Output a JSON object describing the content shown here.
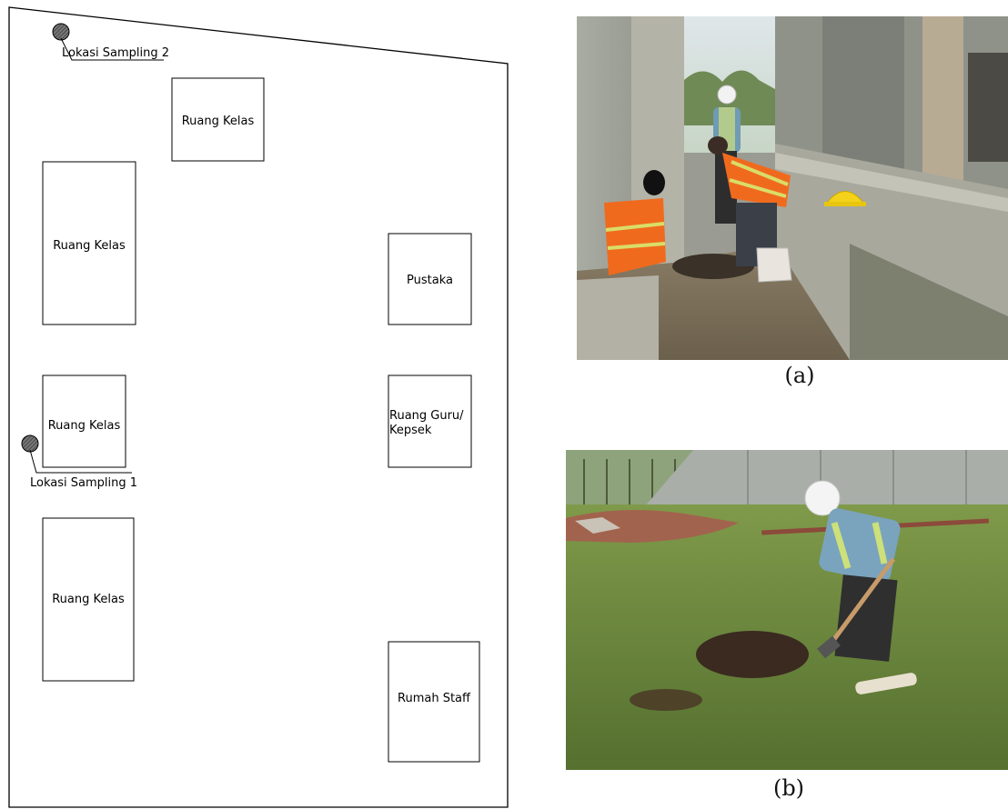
{
  "site_plan": {
    "buildings": [
      {
        "id": "kelas-top",
        "label": "Ruang Kelas"
      },
      {
        "id": "kelas-left-1",
        "label": "Ruang Kelas"
      },
      {
        "id": "kelas-left-2",
        "label": "Ruang Kelas"
      },
      {
        "id": "kelas-left-3",
        "label": "Ruang Kelas"
      },
      {
        "id": "pustaka",
        "label": "Pustaka"
      },
      {
        "id": "guru",
        "label_line1": "Ruang Guru/",
        "label_line2": "Kepsek"
      },
      {
        "id": "staff",
        "label": "Rumah Staff"
      }
    ],
    "sampling_points": [
      {
        "label": "Lokasi Sampling 2"
      },
      {
        "label": "Lokasi Sampling 1"
      }
    ]
  },
  "photos": {
    "a": {
      "caption": "(a)"
    },
    "b": {
      "caption": "(b)"
    }
  },
  "colors": {
    "line": "#000000",
    "marker_fill": "#555555",
    "vest_orange": "#f06a1e",
    "vest_green": "#b9d94c",
    "grass": "#6f8f3c"
  }
}
